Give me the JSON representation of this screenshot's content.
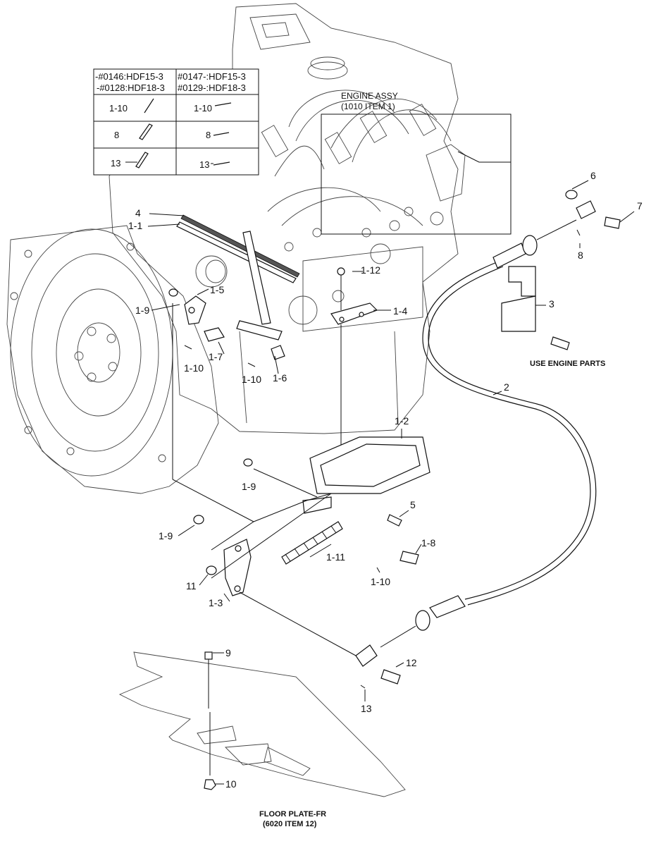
{
  "table": {
    "col1_line1": "-#0146:HDF15-3",
    "col1_line2": "-#0128:HDF18-3",
    "col2_line1": "#0147-:HDF15-3",
    "col2_line2": "#0129-:HDF18-3",
    "rows": [
      {
        "left": "1-10",
        "right": "1-10"
      },
      {
        "left": "8",
        "right": "8"
      },
      {
        "left": "13",
        "right": "13"
      }
    ]
  },
  "notes": {
    "engine_assy_line1": "ENGINE ASSY",
    "engine_assy_line2": "(1010 ITEM 1)",
    "use_engine_parts": "USE ENGINE PARTS",
    "floor_plate_line1": "FLOOR PLATE-FR",
    "floor_plate_line2": "(6020 ITEM 12)"
  },
  "callouts": {
    "c4": "4",
    "c1_1": "1-1",
    "c1_5": "1-5",
    "c1_9a": "1-9",
    "c1_7": "1-7",
    "c1_10a": "1-10",
    "c1_10b": "1-10",
    "c1_6": "1-6",
    "c1_12": "1-12",
    "c1_4": "1-4",
    "c6": "6",
    "c7": "7",
    "c8": "8",
    "c3": "3",
    "c2": "2",
    "c1_2": "1-2",
    "c1_9b": "1-9",
    "c5": "5",
    "c1_9c": "1-9",
    "c1_11": "1-11",
    "c1_8": "1-8",
    "c1_10c": "1-10",
    "c11": "11",
    "c1_3": "1-3",
    "c9": "9",
    "c12": "12",
    "c13": "13",
    "c10": "10"
  }
}
